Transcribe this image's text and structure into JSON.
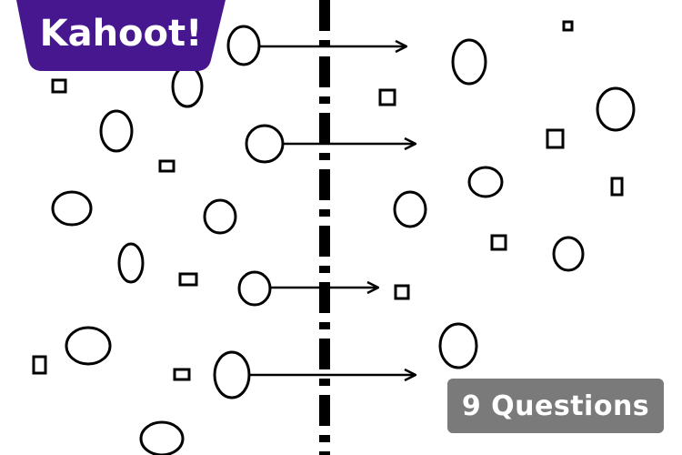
{
  "logo": {
    "text": "Kahoot!",
    "icon": "kahoot-logo",
    "color": "#46178f"
  },
  "badge": {
    "label": "9 Questions",
    "color": "#7a7a7a"
  },
  "illustration": {
    "description_icon": "particles-crossing-membrane",
    "line_color": "#000000"
  }
}
